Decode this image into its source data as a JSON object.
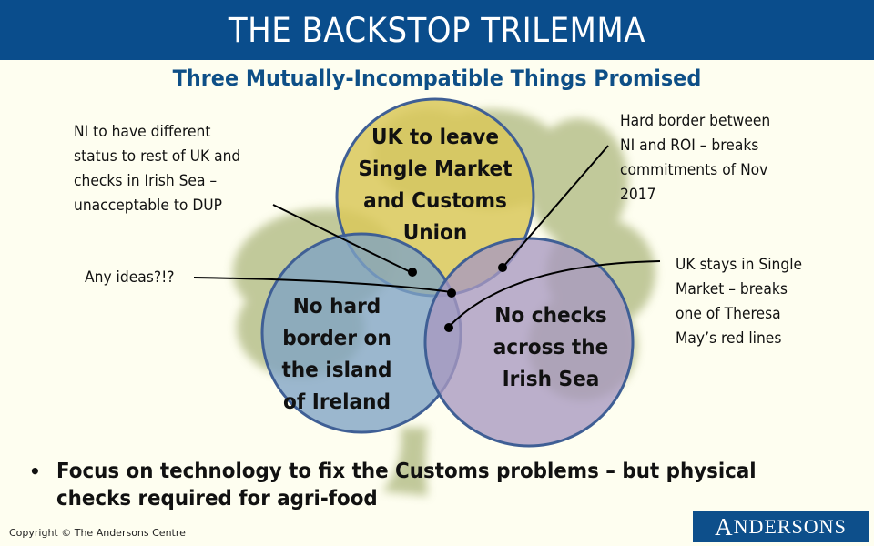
{
  "header": {
    "title": "THE BACKSTOP TRILEMMA",
    "background_color": "#0a4d8c"
  },
  "subtitle": "Three Mutually-Incompatible Things Promised",
  "venn": {
    "circles": [
      {
        "id": "top",
        "label_lines": [
          "UK to leave",
          "Single Market",
          "and Customs",
          "Union"
        ],
        "fill": "#d9c85a"
      },
      {
        "id": "left",
        "label_lines": [
          "No hard",
          "border on",
          "the island",
          "of Ireland"
        ],
        "fill": "#7fa3c4"
      },
      {
        "id": "right",
        "label_lines": [
          "No checks",
          "across the",
          "Irish Sea"
        ],
        "fill": "#a898c0"
      }
    ],
    "outline_color": "#3f5f95"
  },
  "annotations": {
    "top_left": [
      "NI to have different",
      "status to rest of UK and",
      "checks in Irish Sea –",
      "unacceptable to DUP"
    ],
    "top_right": [
      "Hard border between",
      "NI and ROI – breaks",
      "commitments of Nov",
      "2017"
    ],
    "middle_left": [
      "Any ideas?!?"
    ],
    "middle_right": [
      "UK stays in Single",
      "Market – breaks",
      "one of Theresa",
      "May’s red lines"
    ]
  },
  "bullet": {
    "marker": "•",
    "text": "Focus on technology to fix the Customs problems – but physical checks required for agri-food"
  },
  "footer": {
    "copyright": "Copyright © The Andersons Centre",
    "logo_first": "A",
    "logo_rest": "NDERSONS"
  }
}
